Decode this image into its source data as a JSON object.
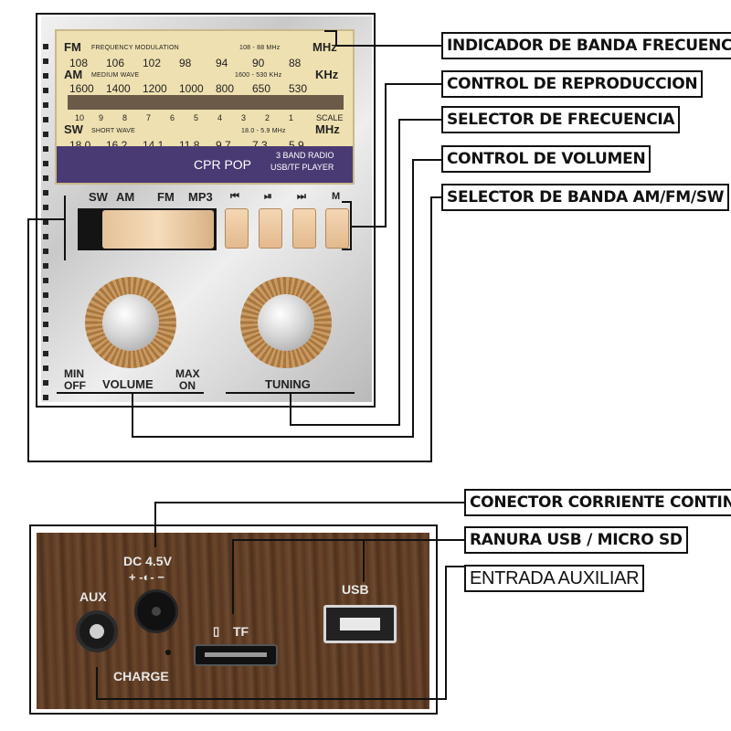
{
  "callouts": {
    "band_indicator": "INDICADOR DE BANDA FRECUENCIA",
    "playback_control": "CONTROL DE REPRODUCCION",
    "frequency_selector": "SELECTOR DE FRECUENCIA",
    "volume_control": "CONTROL DE VOLUMEN",
    "band_selector": "SELECTOR DE BANDA AM/FM/SW",
    "dc_connector": "CONECTOR CORRIENTE CONTINUA",
    "usb_sd_slot": "RANURA USB / MICRO SD",
    "aux_input": "ENTRADA AUXILIAR"
  },
  "dial": {
    "fm_band": "FM",
    "fm_name": "FREQUENCY MODULATION",
    "fm_range": "108 - 88  MHz",
    "fm_unit": "MHz",
    "fm_scale": [
      "108",
      "106",
      "102",
      "98",
      "94",
      "90",
      "88"
    ],
    "am_band": "AM",
    "am_name": "MEDIUM WAVE",
    "am_range": "1600 - 530  KHz",
    "am_unit": "KHz",
    "am_scale": [
      "1600",
      "1400",
      "1200",
      "1000",
      "800",
      "650",
      "530"
    ],
    "scale_numbers": [
      "10",
      "9",
      "8",
      "7",
      "6",
      "5",
      "4",
      "3",
      "2",
      "1"
    ],
    "scale_label": "SCALE",
    "sw_band": "SW",
    "sw_name": "SHORT WAVE",
    "sw_range": "18.0 - 5.9  MHz",
    "sw_unit": "MHz",
    "sw_scale": [
      "18.0",
      "16.2",
      "14.1",
      "11.8",
      "9.7",
      "7.3",
      "5.9"
    ],
    "brand": "CPR POP",
    "subtitle_1": "3 BAND RADIO",
    "subtitle_2": "USB/TF PLAYER"
  },
  "front": {
    "modes": [
      "SW",
      "AM",
      "FM",
      "MP3"
    ],
    "playback_buttons": [
      "⏮",
      "⏯",
      "⏭",
      "M"
    ],
    "volume_min": "MIN",
    "volume_off": "OFF",
    "volume_label": "VOLUME",
    "volume_max": "MAX",
    "volume_on": "ON",
    "tuning_label": "TUNING"
  },
  "back": {
    "aux_label": "AUX",
    "dc_label": "DC 4.5V",
    "dc_polarity": "+ -◐- −",
    "charge_label": "CHARGE",
    "tf_label": "TF",
    "usb_label": "USB"
  },
  "colors": {
    "dial_background": "#eee0b0",
    "brand_band": "#4a3a73",
    "button_gold": "#e9c49a",
    "wood": "#5b3923"
  }
}
